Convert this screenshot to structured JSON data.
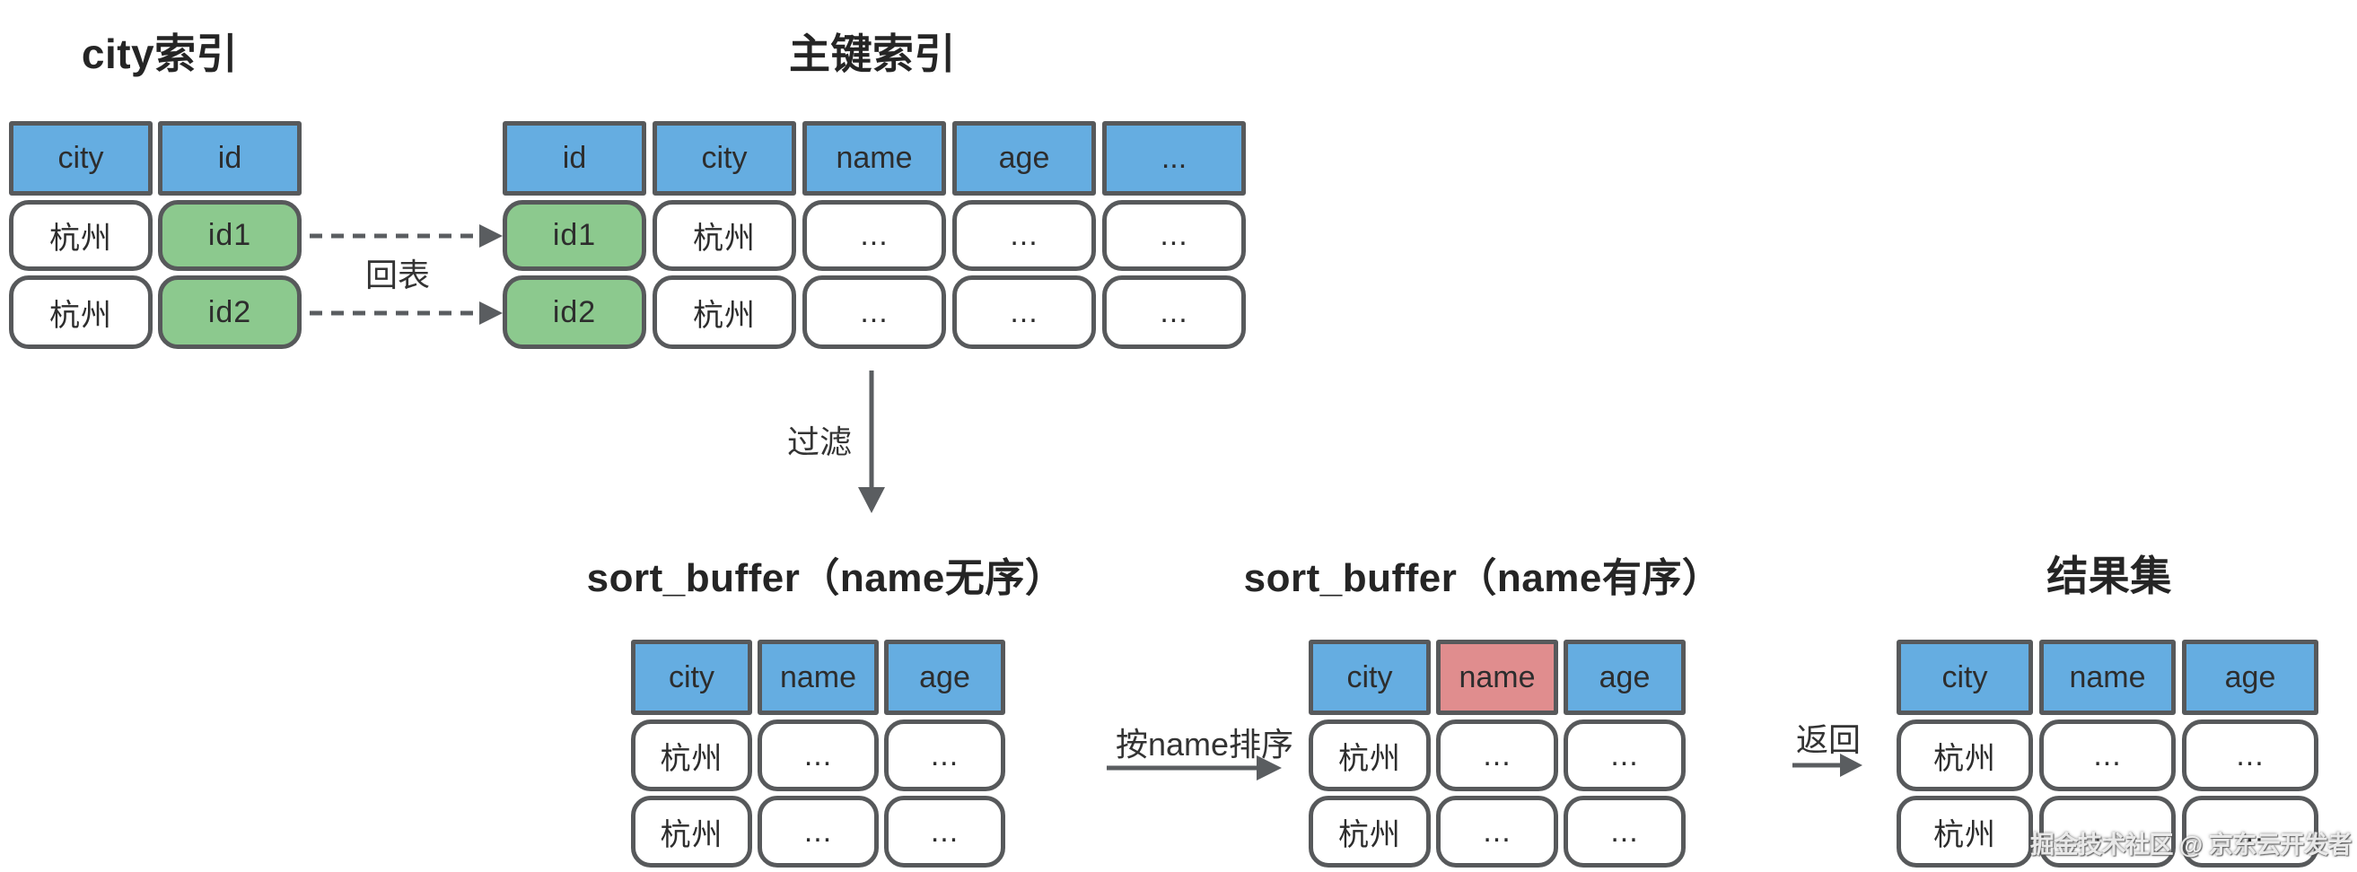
{
  "diagram": {
    "section_city_index": {
      "title": "city索引",
      "headers": [
        "city",
        "id"
      ],
      "rows": [
        [
          "杭州",
          "id1"
        ],
        [
          "杭州",
          "id2"
        ]
      ]
    },
    "section_primary_index": {
      "title": "主键索引",
      "headers": [
        "id",
        "city",
        "name",
        "age",
        "..."
      ],
      "rows": [
        [
          "id1",
          "杭州",
          "...",
          "...",
          "..."
        ],
        [
          "id2",
          "杭州",
          "...",
          "...",
          "..."
        ]
      ]
    },
    "section_sort_buffer_unordered": {
      "title": "sort_buffer（name无序）",
      "headers": [
        "city",
        "name",
        "age"
      ],
      "rows": [
        [
          "杭州",
          "...",
          "..."
        ],
        [
          "杭州",
          "...",
          "..."
        ]
      ]
    },
    "section_sort_buffer_ordered": {
      "title": "sort_buffer（name有序）",
      "headers": [
        "city",
        "name",
        "age"
      ],
      "rows": [
        [
          "杭州",
          "...",
          "..."
        ],
        [
          "杭州",
          "...",
          "..."
        ]
      ]
    },
    "section_result_set": {
      "title": "结果集",
      "headers": [
        "city",
        "name",
        "age"
      ],
      "rows": [
        [
          "杭州",
          "...",
          "..."
        ],
        [
          "杭州",
          "...",
          "..."
        ]
      ]
    },
    "arrow_labels": {
      "back_to_table": "回表",
      "filter": "过滤",
      "sort_by_name": "按name排序",
      "return_label": "返回"
    },
    "watermark": "掘金技术社区 @ 京东云开发者",
    "colors": {
      "header_blue": "#65ADE1",
      "cell_green": "#8CC98E",
      "header_red": "#E08D8E",
      "border_grey": "#57595B",
      "arrow_grey": "#5A5D60"
    }
  }
}
